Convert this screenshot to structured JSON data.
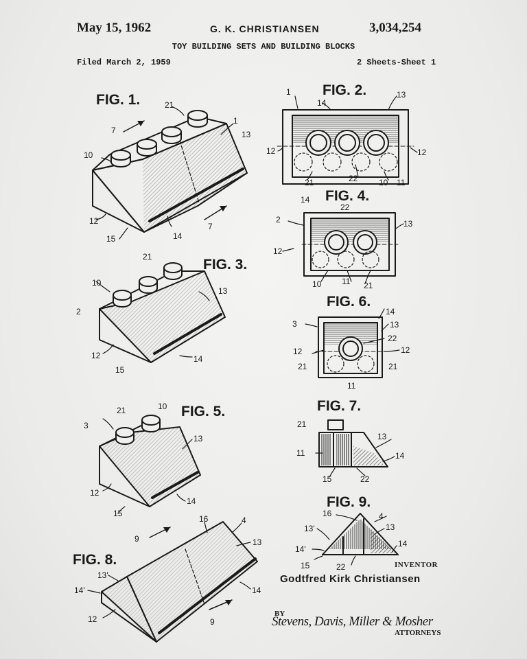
{
  "header": {
    "date": "May 15, 1962",
    "inventor_short": "G. K. CHRISTIANSEN",
    "patent_number": "3,034,254",
    "title": "TOY BUILDING SETS AND BUILDING BLOCKS",
    "filed": "Filed March 2, 1959",
    "sheets": "2 Sheets-Sheet 1"
  },
  "figures": {
    "fig1": "FIG. 1.",
    "fig2": "FIG. 2.",
    "fig3": "FIG. 3.",
    "fig4": "FIG. 4.",
    "fig5": "FIG. 5.",
    "fig6": "FIG. 6.",
    "fig7": "FIG. 7.",
    "fig8": "FIG. 8.",
    "fig9": "FIG. 9."
  },
  "refs": {
    "r1": "1",
    "r2": "2",
    "r3": "3",
    "r4": "4",
    "r7": "7",
    "r9": "9",
    "r10": "10",
    "r11": "11",
    "r12": "12",
    "r13": "13",
    "r14": "14",
    "r15": "15",
    "r16": "16",
    "r21": "21",
    "r22": "22",
    "r13p": "13'",
    "r14p": "14'"
  },
  "footer": {
    "inventor_label": "INVENTOR",
    "inventor_name": "Godtfred Kirk Christiansen",
    "by": "BY",
    "signature": "Stevens, Davis, Miller & Mosher",
    "attorneys": "ATTORNEYS"
  }
}
